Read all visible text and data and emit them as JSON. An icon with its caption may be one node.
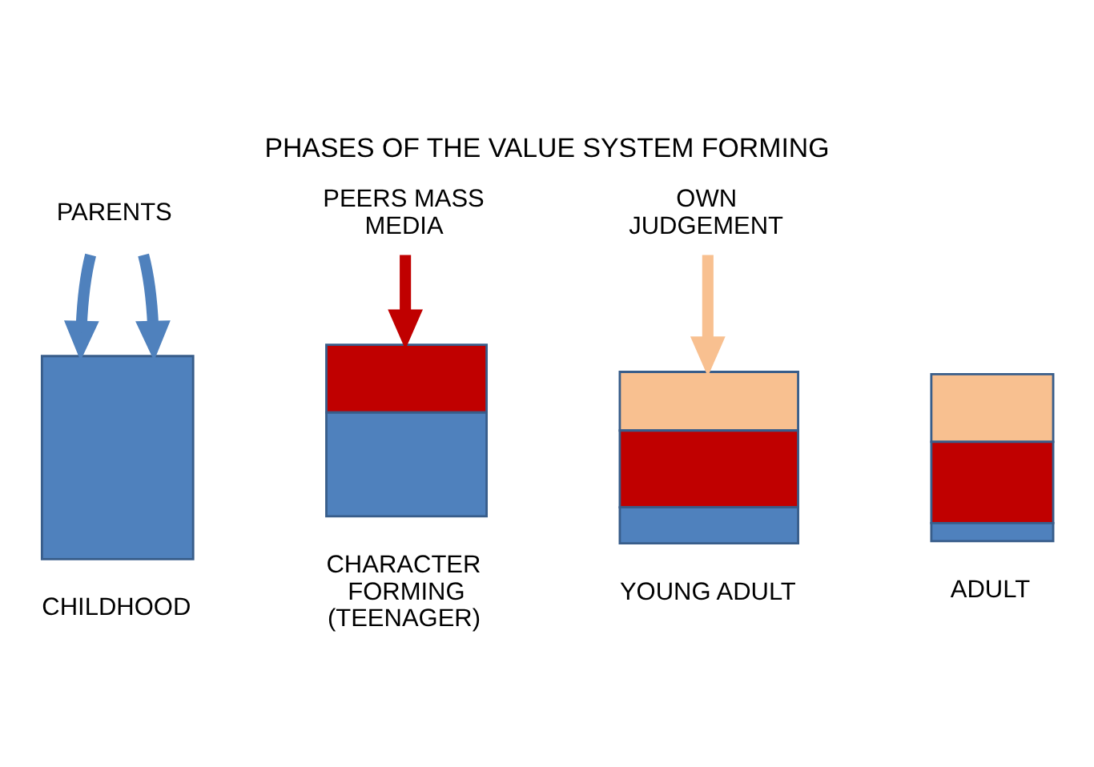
{
  "diagram": {
    "title": "PHASES OF THE VALUE SYSTEM FORMING",
    "nodes": [
      {
        "text": [
          "PARENTS"
        ]
      },
      {
        "text": [
          "PEERS MASS MEDIA"
        ]
      },
      {
        "text": [
          "OWN JUDGEMENT"
        ]
      },
      {
        "text": [],
        "shape": "bar",
        "beside": [
          "CHILDHOOD"
        ]
      },
      {
        "text": [],
        "shape": "bar",
        "beside": [
          "CHARACTER FORMING (TEENAGER)"
        ]
      },
      {
        "text": [],
        "shape": "bar",
        "beside": [
          "YOUNG ADULT"
        ]
      },
      {
        "text": [],
        "shape": "bar",
        "beside": [
          "ADULT"
        ]
      }
    ],
    "edges": [
      {
        "from": 0,
        "to": 3,
        "arrow": "to"
      },
      {
        "from": 0,
        "to": 3,
        "arrow": "to"
      },
      {
        "from": 1,
        "to": 4,
        "arrow": "to",
        "color": "#c00000"
      },
      {
        "from": 2,
        "to": 5,
        "arrow": "to",
        "color": "#f8c090"
      }
    ]
  }
}
